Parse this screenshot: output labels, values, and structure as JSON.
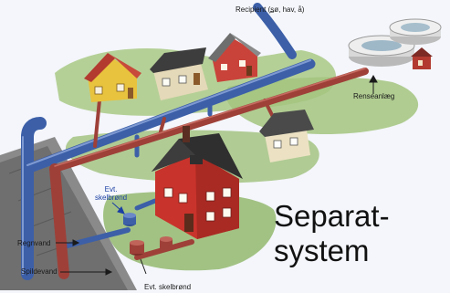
{
  "labels": {
    "recipient": "Recipient (sø, hav, å)",
    "treatment_plant": "Renseanlæg",
    "boundary_well_top_1": "Evt.",
    "boundary_well_top_2": "skelbrønd",
    "rainwater": "Regnvand",
    "wastewater": "Spildevand",
    "boundary_well_bottom": "Evt. skelbrønd"
  },
  "caption": {
    "line1": "Separat-",
    "line2": "system"
  },
  "colors": {
    "rain_pipe": "#3c5fa8",
    "waste_pipe": "#9e4038",
    "grass": "#9fc07a",
    "road": "#6f6f6f",
    "label_blue": "#1b3fa3"
  }
}
